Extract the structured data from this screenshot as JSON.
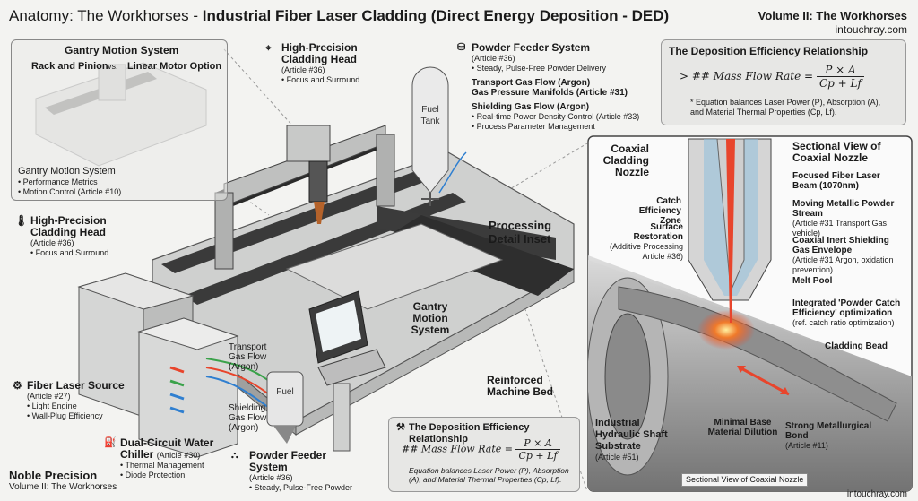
{
  "header": {
    "title_prefix": "Anatomy: The Workhorses - ",
    "title_main": "Industrial Fiber Laser Cladding (Direct Energy Deposition - DED)",
    "volume": "Volume II: The Workhorses",
    "site": "intouchray.com"
  },
  "gantry_inset": {
    "title": "Gantry Motion System",
    "rack": "Rack and Pinion",
    "vs": "vs.",
    "linear": "Linear Motor Option",
    "sub_title": "Gantry Motion System",
    "items": [
      "Performance Metrics",
      "Motion Control (Article #10)"
    ]
  },
  "head_top": {
    "title": "High-Precision Cladding Head",
    "article": "(Article #36)",
    "item": "Focus and Surround"
  },
  "feeder_top": {
    "title": "Powder Feeder System",
    "article": "(Article #36)",
    "item": "Steady, Pulse-Free Powder Delivery",
    "transport": "Transport Gas Flow (Argon)",
    "manifold": "Gas Pressure Manifolds (Article #31)",
    "shield": "Shielding Gas Flow (Argon)",
    "items": [
      "Real-time Power Density Control (Article #33)",
      "Process Parameter Management"
    ],
    "tank": "Fuel Tank"
  },
  "efficiency_top": {
    "title": "The Deposition Efficiency Relationship",
    "prefix": "> ## Mass Flow Rate =",
    "numerator": "P × A",
    "denominator": "Cp + Lf",
    "note": "* Equation balances Laser Power (P), Absorption (A), and Material Thermal Properties (Cp, Lf)."
  },
  "head_left": {
    "title": "High-Precision Cladding Head",
    "article": "(Article #36)",
    "item": "Focus and Surround"
  },
  "laser_source": {
    "title": "Fiber Laser Source",
    "article": "(Article #27)",
    "items": [
      "Light Engine",
      "Wall-Plug Efficiency"
    ]
  },
  "chiller": {
    "title": "Dual-Circuit Water Chiller",
    "article": "(Article #30)",
    "items": [
      "Thermal Management",
      "Diode Protection"
    ]
  },
  "gas_labels": {
    "transport": "Transport Gas Flow (Argon)",
    "shielding": "Shielding Gas Flow (Argon)",
    "tank": "Fuel Tank"
  },
  "feeder_bottom": {
    "title": "Powder Feeder System",
    "article": "(Article #36)",
    "item": "Steady, Pulse-Free Powder"
  },
  "machine": {
    "gantry": "Gantry Motion System",
    "bed": "Reinforced Machine Bed",
    "processing": "Processing Detail Inset"
  },
  "efficiency_bottom": {
    "title": "The Deposition Efficiency Relationship",
    "prefix": "## Mass Flow Rate =",
    "numerator": "P × A",
    "denominator": "Cp + Lf",
    "note": "Equation balances Laser Power (P), Absorption (A), and Material Thermal Properties (Cp, Lf)."
  },
  "inset": {
    "coaxial": "Coaxial Cladding Nozzle",
    "sectional": "Sectional View of Coaxial Nozzle",
    "catch": "Catch Efficiency Zone",
    "surface": "Surface Restoration",
    "surface_note": "(Additive Processing Article #36)",
    "beam": "Focused Fiber Laser Beam (1070nm)",
    "powder": "Moving Metallic Powder Stream",
    "powder_note": "(Article #31 Transport Gas vehicle)",
    "shield": "Coaxial Inert Shielding Gas Envelope",
    "shield_note": "(Article #31 Argon, oxidation prevention)",
    "melt": "Melt Pool",
    "integrated": "Integrated 'Powder Catch Efficiency' optimization",
    "integrated_note": "(ref. catch ratio optimization)",
    "bead": "Cladding Bead",
    "shaft": "Industrial Hydraulic Shaft Substrate",
    "shaft_note": "(Article #51)",
    "dilution": "Minimal Base Material Dilution",
    "bond": "Strong Metallurgical Bond",
    "bond_note": "(Article #11)",
    "caption": "Sectional View of Coaxial Nozzle"
  },
  "footer": {
    "brand": "Noble Precision",
    "volume": "Volume II: The Workhorses",
    "site": "intouchray.com"
  },
  "colors": {
    "laser_red": "#e8452c",
    "melt_orange": "#f07a2a",
    "gas_blue": "#2f7fd0",
    "gas_green": "#3aa24a",
    "machine_dark": "#2b2b2b"
  }
}
